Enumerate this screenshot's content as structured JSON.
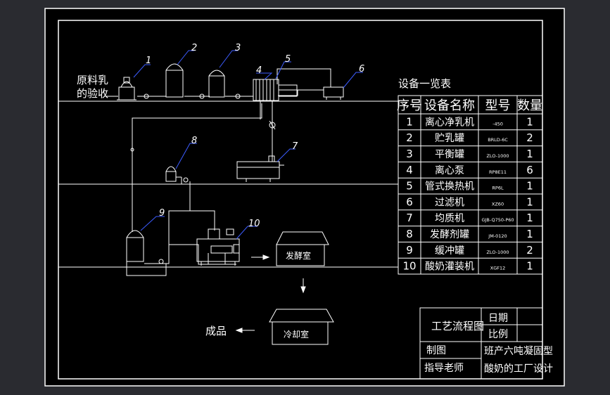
{
  "colors": {
    "outer_bg": "#2a2b30",
    "paper": "#000000",
    "line": "#ffffff",
    "leader": "#3c5cff"
  },
  "raw_milk_label": [
    "原料乳",
    "的验收"
  ],
  "balloon_numbers": [
    "1",
    "2",
    "3",
    "4",
    "5",
    "6",
    "7",
    "8",
    "9",
    "10"
  ],
  "rooms": {
    "fermentation": "发酵室",
    "cooling": "冷却室"
  },
  "product_label": "成品",
  "equipment_list": {
    "title": "设备一览表",
    "headers": [
      "序号",
      "设备名称",
      "型号",
      "数量"
    ],
    "rows": [
      [
        "1",
        "离心净乳机",
        "-450",
        "1"
      ],
      [
        "2",
        "贮乳罐",
        "BRLD-6C",
        "2"
      ],
      [
        "3",
        "平衡罐",
        "ZLO-1000",
        "1"
      ],
      [
        "4",
        "离心泵",
        "RP8E11",
        "6"
      ],
      [
        "5",
        "管式换热机",
        "RP6L",
        "1"
      ],
      [
        "6",
        "过滤机",
        "XZ60",
        "1"
      ],
      [
        "7",
        "均质机",
        "GJB-Q750-P60",
        "1"
      ],
      [
        "8",
        "发酵剂罐",
        "JM-0120",
        "1"
      ],
      [
        "9",
        "缓冲罐",
        "ZLO-1000",
        "2"
      ],
      [
        "10",
        "酸奶灌装机",
        "XGF12",
        "1"
      ]
    ]
  },
  "title_block": {
    "drawing_name": "工艺流程图",
    "date_label": "日期",
    "scale_label": "比例",
    "drafter_label": "制图",
    "advisor_label": "指导老师",
    "project_line1": "班产六吨凝固型",
    "project_line2": "酸奶的工厂设计"
  }
}
